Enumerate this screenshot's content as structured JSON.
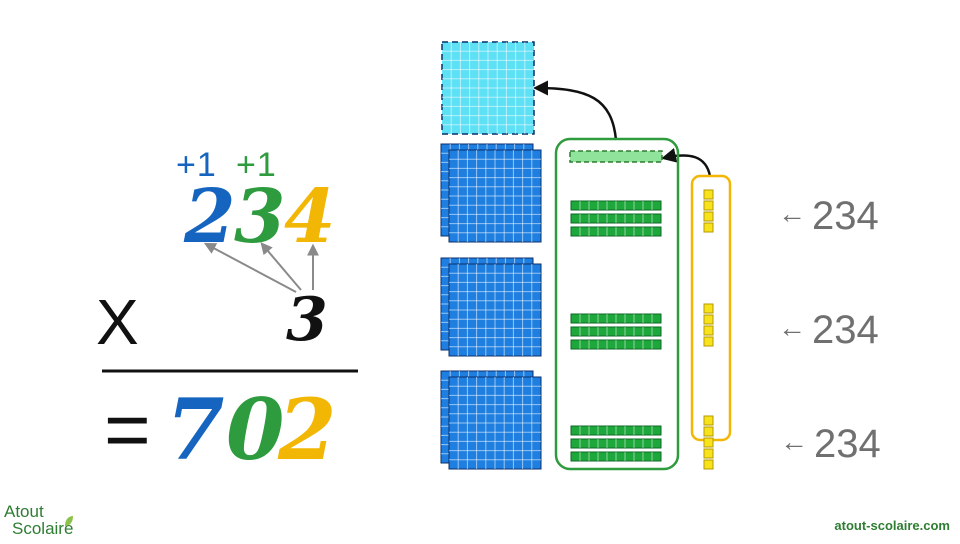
{
  "carries": [
    {
      "text": "+1",
      "color": "#1565c0"
    },
    {
      "text": "+1",
      "color": "#2e9b3e"
    }
  ],
  "multiplicand": [
    {
      "digit": "2",
      "color": "#1565c0"
    },
    {
      "digit": "3",
      "color": "#2e9b3e"
    },
    {
      "digit": "4",
      "color": "#f2b705"
    }
  ],
  "operator": "X",
  "multiplier": "3",
  "equals": "=",
  "result": [
    {
      "digit": "7",
      "color": "#1565c0"
    },
    {
      "digit": "0",
      "color": "#2e9b3e"
    },
    {
      "digit": "2",
      "color": "#f2b705"
    }
  ],
  "row_labels": [
    "234",
    "234",
    "234"
  ],
  "arrow_glyph": "←",
  "blocks": {
    "hundreds_color": "#1f7fe0",
    "hundreds_new_color": "#5ee0f5",
    "tens_color": "#1ea83c",
    "units_color": "#f7e21b",
    "tens_group_border": "#2e9b3e",
    "units_group_border": "#f2b705"
  },
  "logo": {
    "line1": "Atout",
    "line2": "Scolaire"
  },
  "footer": "atout-scolaire.com"
}
